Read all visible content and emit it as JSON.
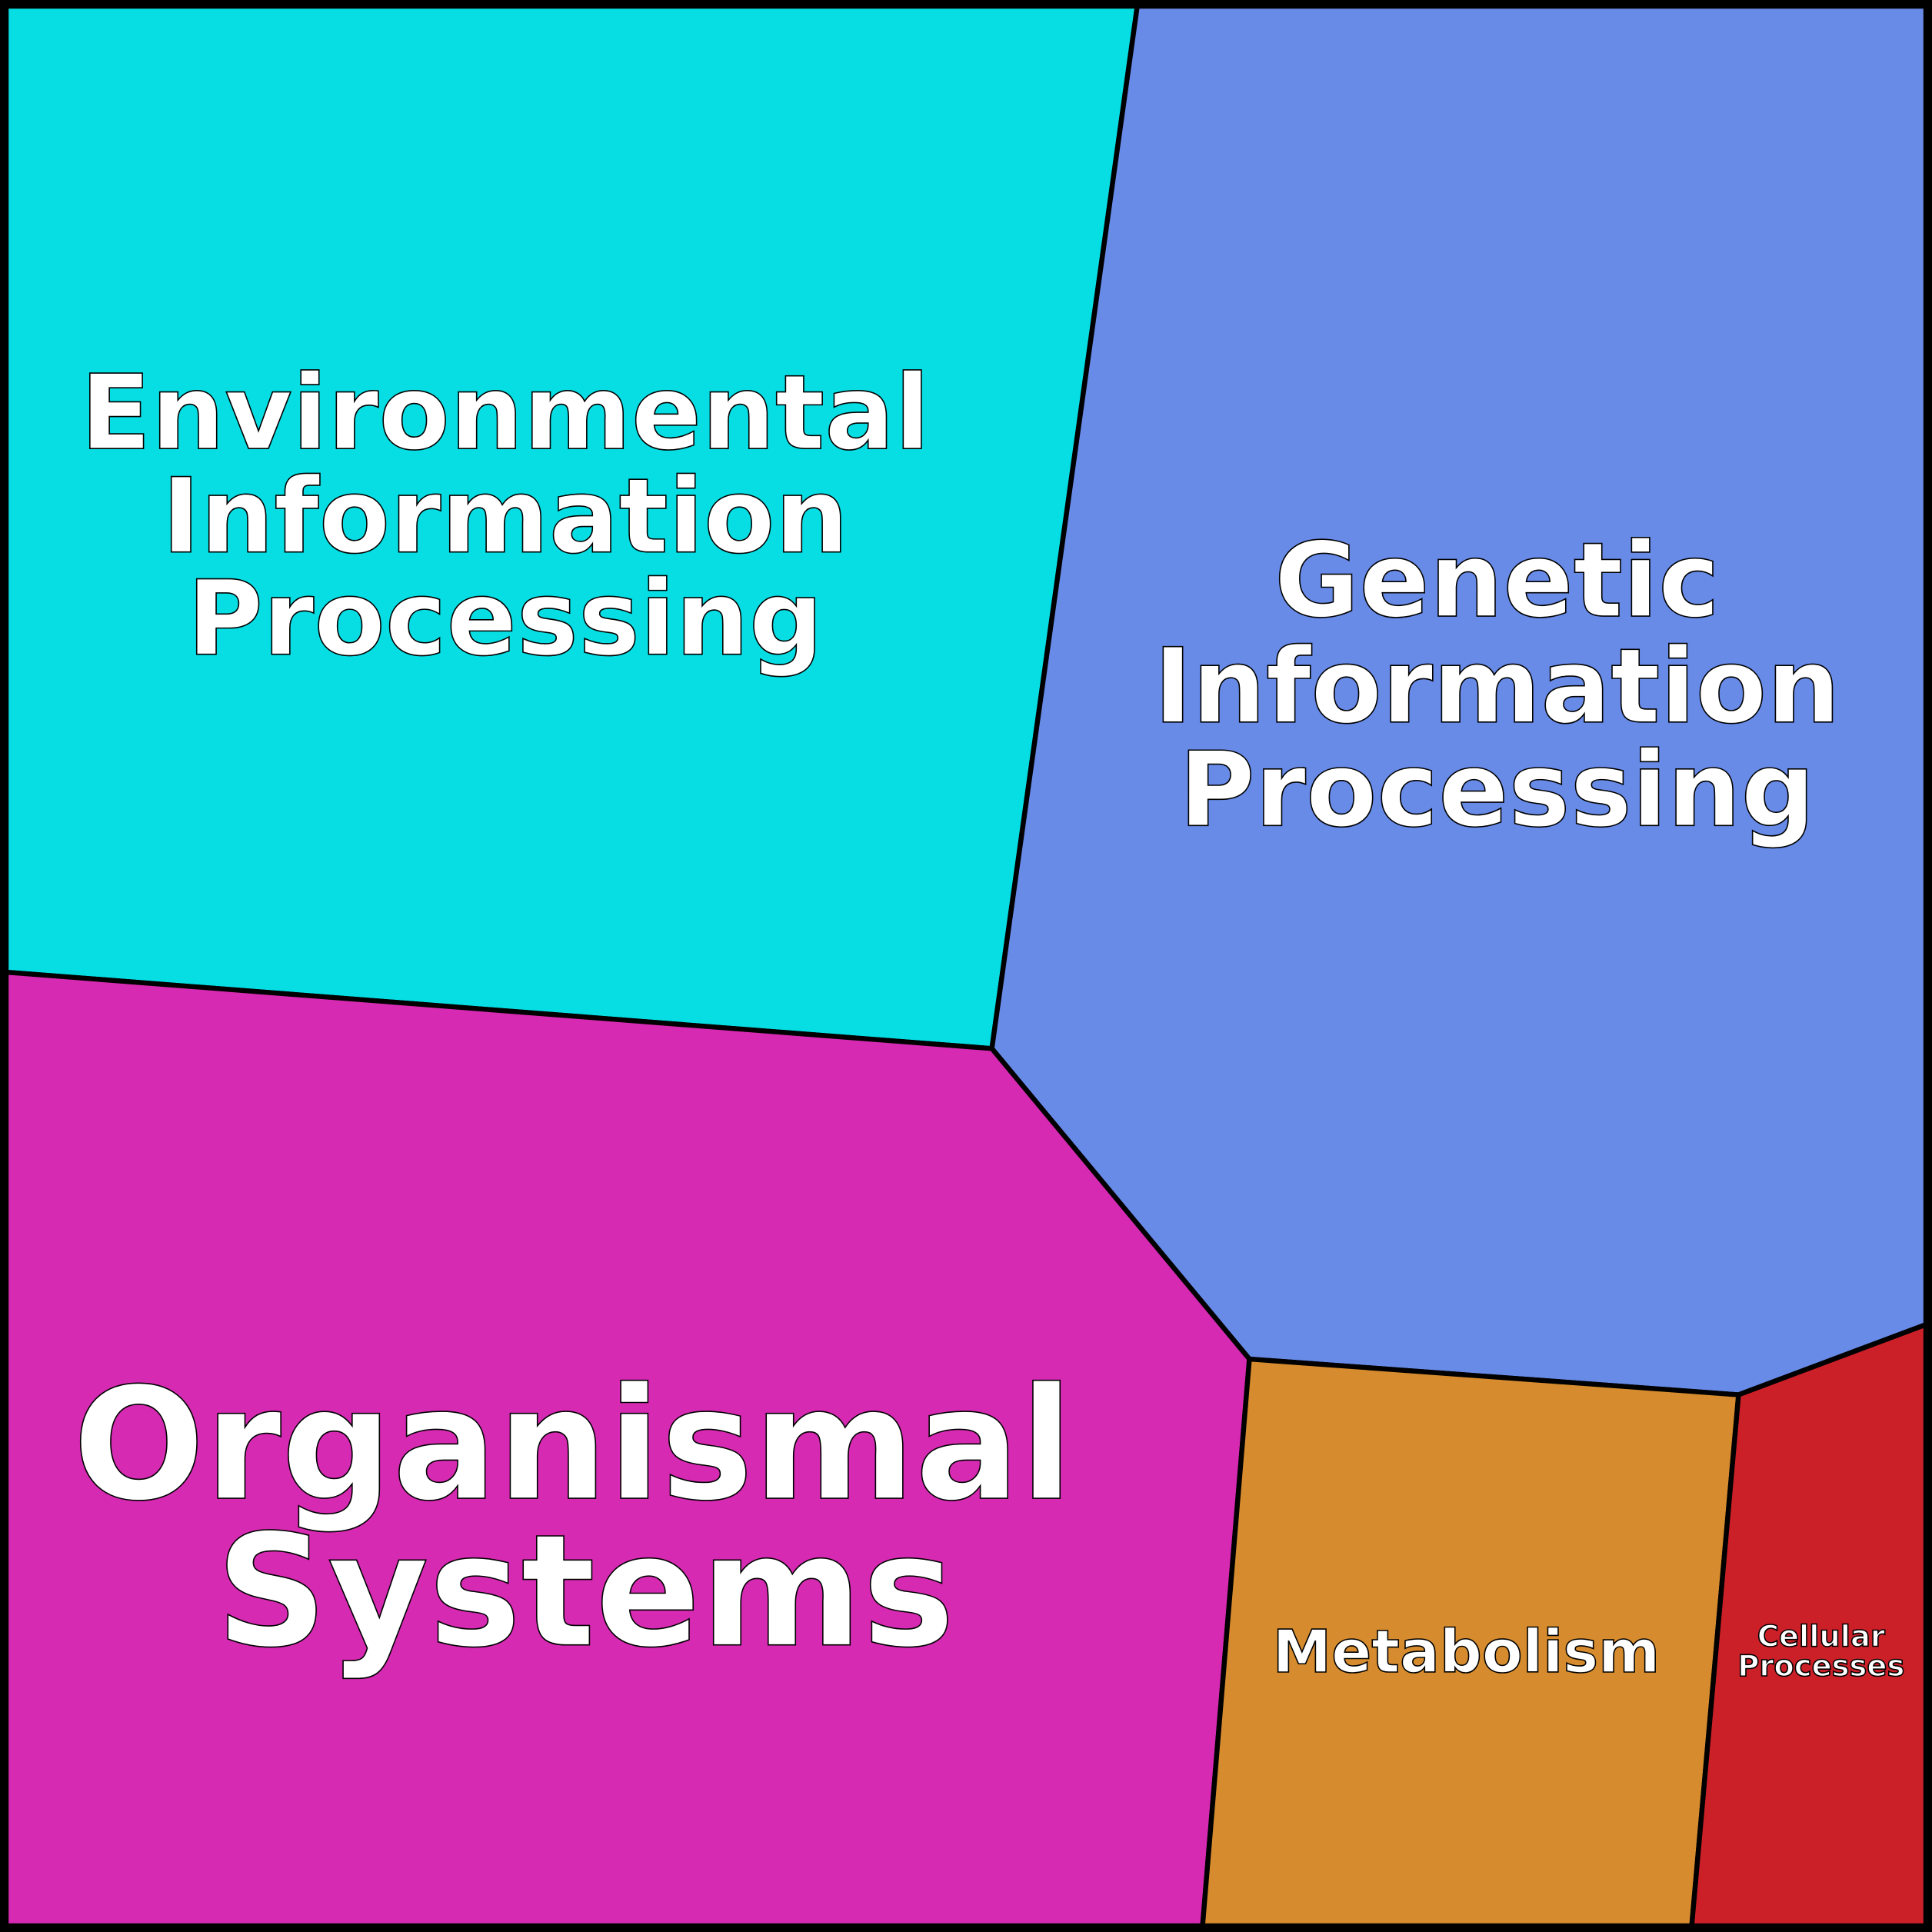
{
  "diagram": {
    "type": "voronoi-treemap",
    "cells": [
      {
        "id": "environmental",
        "lines": [
          "Environmental",
          "Information",
          "Processing"
        ],
        "color": "#06DEE4"
      },
      {
        "id": "genetic",
        "lines": [
          "Genetic",
          "Information",
          "Processing"
        ],
        "color": "#688BE8"
      },
      {
        "id": "organismal",
        "lines": [
          "Organismal",
          "Systems"
        ],
        "color": "#D62AB2"
      },
      {
        "id": "metabolism",
        "lines": [
          "Metabolism"
        ],
        "color": "#D68C2E"
      },
      {
        "id": "cellular",
        "lines": [
          "Cellular",
          "Processes"
        ],
        "color": "#CC2029"
      }
    ]
  }
}
